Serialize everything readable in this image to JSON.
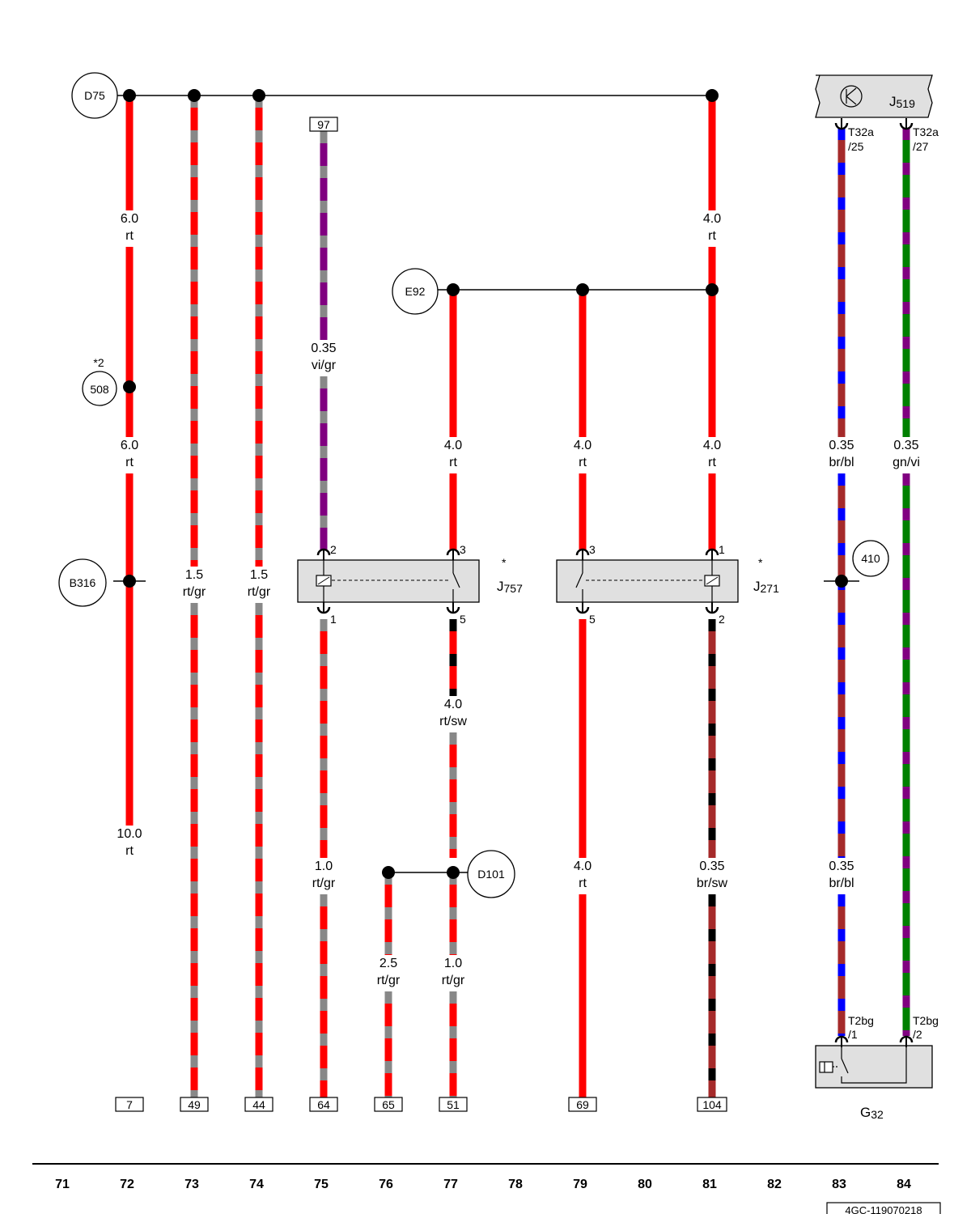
{
  "wires": [
    {
      "id": "w72a",
      "size": "6.0",
      "code": "rt",
      "colors": [
        "#ff0000"
      ]
    },
    {
      "id": "w72b",
      "size": "6.0",
      "code": "rt",
      "colors": [
        "#ff0000"
      ]
    },
    {
      "id": "w72c",
      "size": "10.0",
      "code": "rt",
      "colors": [
        "#ff0000"
      ]
    },
    {
      "id": "w73",
      "size": "1.5",
      "code": "rt/gr",
      "colors": [
        "#ff0000",
        "#888888"
      ]
    },
    {
      "id": "w74",
      "size": "1.5",
      "code": "rt/gr",
      "colors": [
        "#ff0000",
        "#888888"
      ]
    },
    {
      "id": "w75a",
      "size": "0.35",
      "code": "vi/gr",
      "colors": [
        "#800080",
        "#888888"
      ]
    },
    {
      "id": "w75b",
      "size": "1.0",
      "code": "rt/gr",
      "colors": [
        "#ff0000",
        "#888888"
      ]
    },
    {
      "id": "w76",
      "size": "2.5",
      "code": "rt/gr",
      "colors": [
        "#ff0000",
        "#888888"
      ]
    },
    {
      "id": "w77a",
      "size": "4.0",
      "code": "rt",
      "colors": [
        "#ff0000"
      ]
    },
    {
      "id": "w77b",
      "size": "4.0",
      "code": "rt/sw",
      "colors": [
        "#ff0000",
        "#000000"
      ]
    },
    {
      "id": "w77c",
      "size": "1.0",
      "code": "rt/gr",
      "colors": [
        "#ff0000",
        "#888888"
      ]
    },
    {
      "id": "w79a",
      "size": "4.0",
      "code": "rt",
      "colors": [
        "#ff0000"
      ]
    },
    {
      "id": "w79b",
      "size": "4.0",
      "code": "rt",
      "colors": [
        "#ff0000"
      ]
    },
    {
      "id": "w81a",
      "size": "4.0",
      "code": "rt",
      "colors": [
        "#ff0000"
      ]
    },
    {
      "id": "w81b",
      "size": "4.0",
      "code": "rt",
      "colors": [
        "#ff0000"
      ]
    },
    {
      "id": "w81c",
      "size": "0.35",
      "code": "br/sw",
      "colors": [
        "#a52a2a",
        "#000000"
      ]
    },
    {
      "id": "w83a",
      "size": "0.35",
      "code": "br/bl",
      "colors": [
        "#a52a2a",
        "#0000ff"
      ]
    },
    {
      "id": "w83b",
      "size": "0.35",
      "code": "br/bl",
      "colors": [
        "#a52a2a",
        "#0000ff"
      ]
    },
    {
      "id": "w84",
      "size": "0.35",
      "code": "gn/vi",
      "colors": [
        "#008000",
        "#800080"
      ]
    }
  ],
  "nodes": {
    "d75": "D75",
    "e92": "E92",
    "n508": "508",
    "n508_note": "*2",
    "b316": "B316",
    "d101": "D101",
    "n410": "410"
  },
  "terminals": {
    "t7": "7",
    "t49": "49",
    "t44": "44",
    "t64": "64",
    "t65": "65",
    "t51": "51",
    "t69": "69",
    "t104": "104",
    "t97": "97"
  },
  "components": {
    "j757": {
      "name": "J",
      "sub": "757",
      "mark": "*"
    },
    "j271": {
      "name": "J",
      "sub": "271",
      "mark": "*"
    },
    "j519": {
      "name": "J",
      "sub": "519"
    },
    "g32": {
      "name": "G",
      "sub": "32"
    }
  },
  "pins": {
    "j757_2": "2",
    "j757_3": "3",
    "j757_1": "1",
    "j757_5": "5",
    "j271_3": "3",
    "j271_1": "1",
    "j271_5": "5",
    "j271_2": "2",
    "t32a_25_a": "T32a",
    "t32a_25_b": "/25",
    "t32a_27_a": "T32a",
    "t32a_27_b": "/27",
    "t2bg_1_a": "T2bg",
    "t2bg_1_b": "/1",
    "t2bg_2_a": "T2bg",
    "t2bg_2_b": "/2"
  },
  "columns": [
    "71",
    "72",
    "73",
    "74",
    "75",
    "76",
    "77",
    "78",
    "79",
    "80",
    "81",
    "82",
    "83",
    "84"
  ],
  "doc_id": "4GC-119070218"
}
